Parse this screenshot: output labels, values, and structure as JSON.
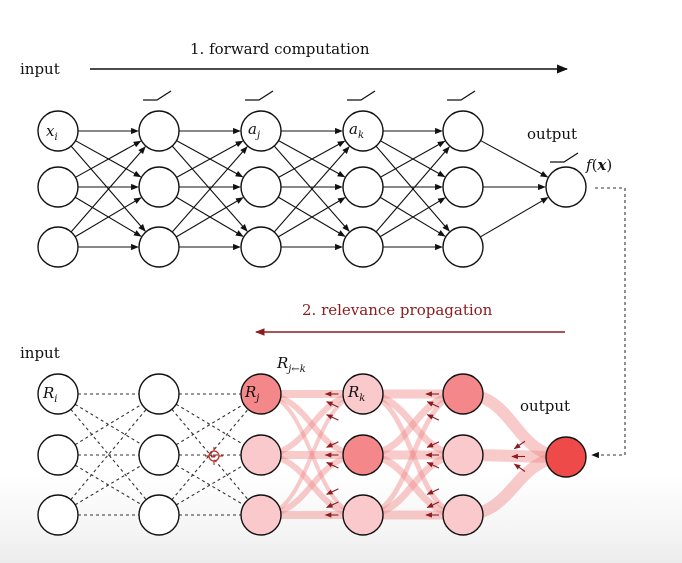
{
  "top": {
    "input_label": "input",
    "forward_label": "1. forward computation",
    "output_label": "output",
    "node_labels": {
      "x_i": {
        "base": "x",
        "sub": "i"
      },
      "a_j": {
        "base": "a",
        "sub": "j"
      },
      "a_k": {
        "base": "a",
        "sub": "k"
      }
    },
    "output_fn": {
      "f": "f",
      "open": "(",
      "arg": "x",
      "close": ")"
    }
  },
  "bottom": {
    "input_label": "input",
    "relevance_label": "2. relevance propagation",
    "output_label": "output",
    "node_labels": {
      "R_i": {
        "base": "R",
        "sub": "i"
      },
      "R_j": {
        "base": "R",
        "sub": "j"
      },
      "R_k": {
        "base": "R",
        "sub": "k"
      }
    },
    "message_label": {
      "base": "R",
      "sub": "j←k"
    }
  },
  "colors": {
    "relevance_dark": "#8c1c20",
    "relevance_high": "#ef4a4a",
    "relevance_mid": "#f4878a",
    "relevance_low": "#f9c9cb"
  },
  "icons": {
    "activation": "relu-activation-icon",
    "neuron": "neuron-circle"
  }
}
